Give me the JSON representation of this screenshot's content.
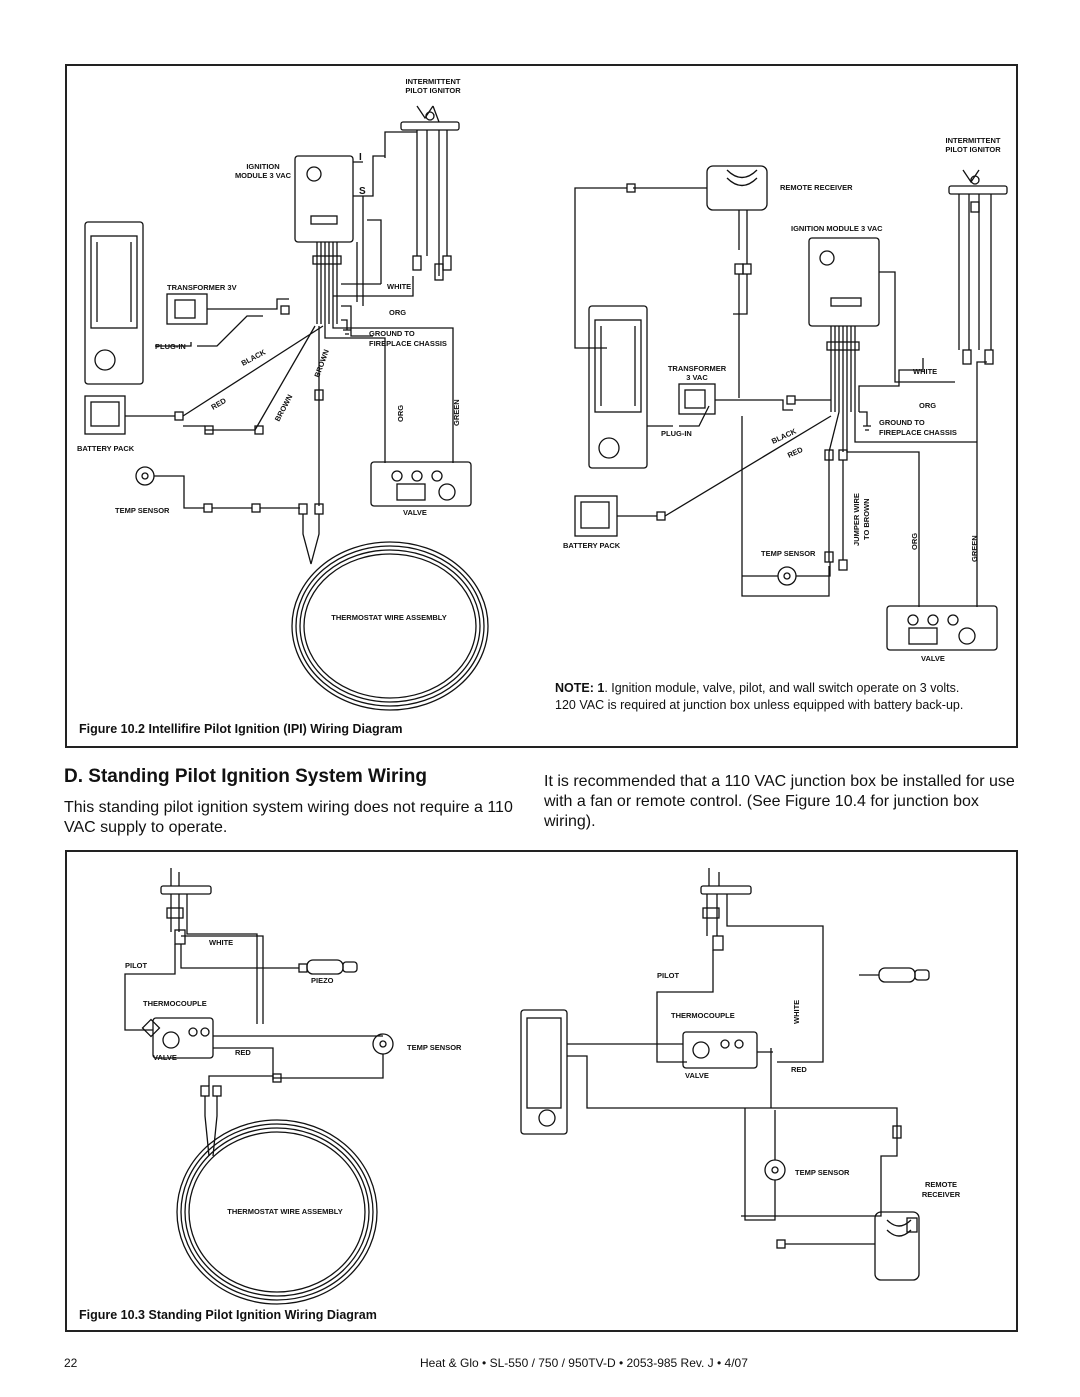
{
  "fig2": {
    "caption_prefix": "Figure 10.2",
    "caption_text": "Intellifire Pilot Ignition (IPI) Wiring Diagram",
    "left": {
      "intermittent_pilot_ignitor": [
        "INTERMITTENT",
        "PILOT IGNITOR"
      ],
      "ignition_module": [
        "IGNITION",
        "MODULE 3 VAC"
      ],
      "transformer": "TRANSFORMER 3V",
      "plug_in": "PLUG-IN",
      "battery_pack": "BATTERY PACK",
      "temp_sensor": "TEMP SENSOR",
      "white": "WHITE",
      "org_top": "ORG",
      "ground": [
        "GROUND TO",
        "FIREPLACE CHASSIS"
      ],
      "black": "BLACK",
      "brown_1": "BROWN",
      "red": "RED",
      "brown_2": "BROWN",
      "org_side": "ORG",
      "green": "GREEN",
      "valve": "VALVE",
      "thermostat": "THERMOSTAT WIRE ASSEMBLY",
      "module_i": "I",
      "module_s": "S"
    },
    "right": {
      "intermittent_pilot_ignitor": [
        "INTERMITTENT",
        "PILOT IGNITOR"
      ],
      "remote_receiver": "REMOTE RECEIVER",
      "ignition_module": "IGNITION MODULE 3 VAC",
      "transformer": [
        "TRANSFORMER",
        "3 VAC"
      ],
      "plug_in": "PLUG-IN",
      "white": "WHITE",
      "org": "ORG",
      "ground": [
        "GROUND TO",
        "FIREPLACE CHASSIS"
      ],
      "black": "BLACK",
      "red": "RED",
      "battery_pack": "BATTERY PACK",
      "temp_sensor": "TEMP SENSOR",
      "jumper": [
        "JUMPER WIRE",
        "TO BROWN"
      ],
      "org_side": "ORG",
      "green": "GREEN",
      "valve": "VALVE"
    },
    "note": {
      "label": "NOTE: 1",
      "text": ". Ignition module, valve, pilot, and wall switch operate on 3 volts. 120 VAC is required at junction box unless equipped with battery back-up."
    }
  },
  "section": {
    "heading": "D.  Standing Pilot Ignition System Wiring",
    "left_para": "This standing pilot ignition system wiring does not require a 110 VAC supply to operate.",
    "right_para": "It is recommended that a 110 VAC junction box be installed for use with a fan or remote control. (See Figure 10.4 for junction box wiring)."
  },
  "fig3": {
    "caption_prefix": "Figure 10.3",
    "caption_text": "Standing Pilot Ignition Wiring Diagram",
    "left": {
      "white": "WHITE",
      "pilot": "PILOT",
      "piezo": "PIEZO",
      "thermocouple": "THERMOCOUPLE",
      "red": "RED",
      "valve": "VALVE",
      "temp_sensor": "TEMP SENSOR",
      "thermostat": "THERMOSTAT WIRE ASSEMBLY"
    },
    "right": {
      "pilot": "PILOT",
      "white": "WHITE",
      "thermocouple": "THERMOCOUPLE",
      "valve": "VALVE",
      "red": "RED",
      "temp_sensor": "TEMP SENSOR",
      "remote_receiver": [
        "REMOTE",
        "RECEIVER"
      ]
    }
  },
  "footer": {
    "page": "22",
    "doc": "Heat & Glo  •  SL-550 / 750 / 950TV-D  •  2053-985 Rev. J  •  4/07"
  }
}
